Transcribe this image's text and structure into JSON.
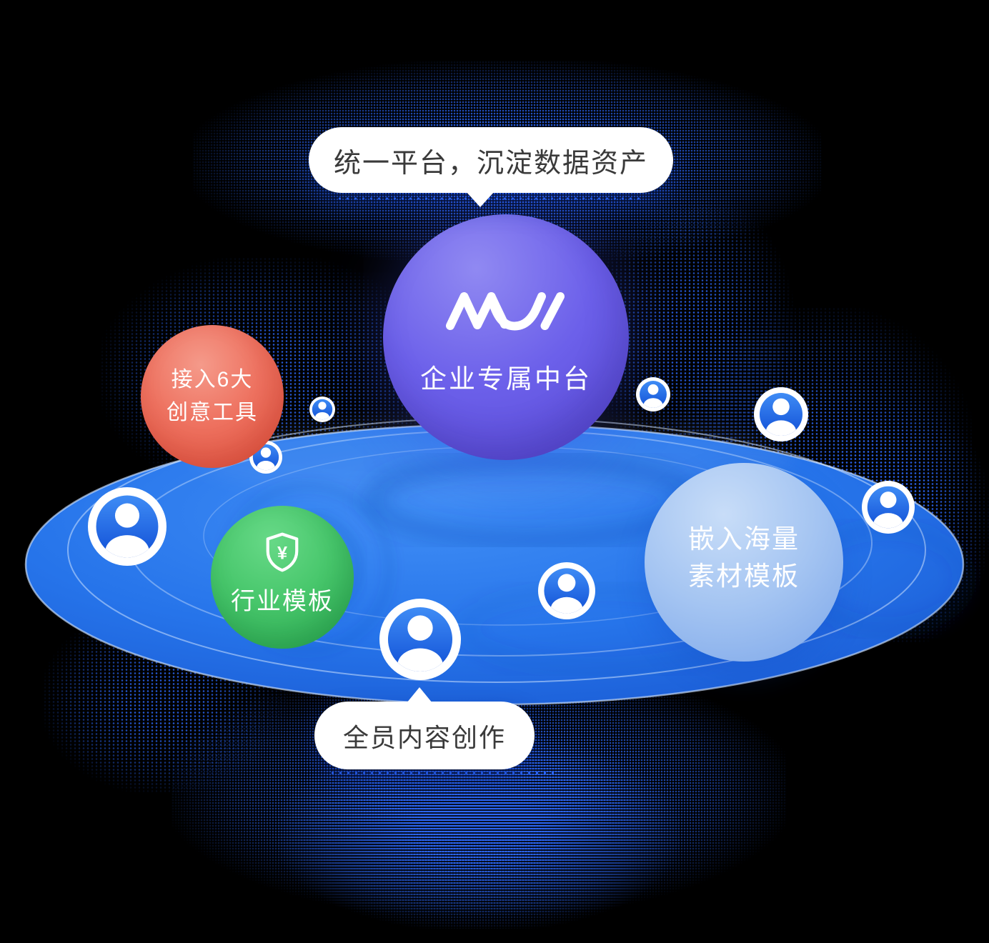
{
  "colors": {
    "background": "#000000",
    "glow_blue": "#2e6bff",
    "platform_blue": "#2674ea",
    "platform_edge": "#cfe3ff",
    "sphere_purple_light": "#9089f2",
    "sphere_purple_dark": "#5546d2",
    "sphere_red_light": "#f59a8a",
    "sphere_red_dark": "#e2503c",
    "sphere_green_light": "#67d987",
    "sphere_green_dark": "#2aa94f",
    "sphere_lightblue_light": "#c8ddf8",
    "sphere_lightblue_dark": "#7ca6e9",
    "avatar_blue": "#1d64e6",
    "bubble_text": "#3a3a3a"
  },
  "top_bubble": {
    "text": "统一平台，沉淀数据资产"
  },
  "bottom_bubble": {
    "text": "全员内容创作"
  },
  "center_sphere": {
    "label": "企业专属中台",
    "logo_icon": "brand-wave-logo"
  },
  "red_sphere": {
    "line1": "接入6大",
    "line2": "创意工具"
  },
  "green_sphere": {
    "label": "行业模板",
    "icon": "shield-yuan-icon",
    "icon_symbol": "¥"
  },
  "blue_sphere": {
    "line1": "嵌入海量",
    "line2": "素材模板"
  }
}
